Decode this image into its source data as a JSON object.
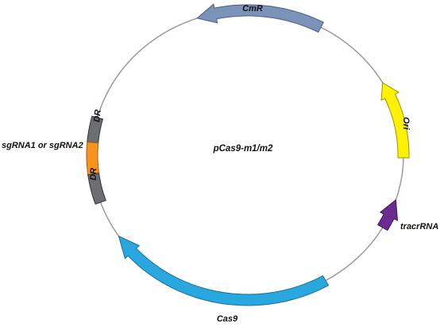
{
  "plasmid": {
    "name": "pCas9-m1/m2",
    "features": [
      {
        "id": "cmr",
        "label": "CmR",
        "color": "#7B93B8",
        "stroke": "#4a5f82"
      },
      {
        "id": "ori",
        "label": "Ori",
        "color": "#FFF200",
        "stroke": "#9a9400"
      },
      {
        "id": "tracr",
        "label": "tracrRNA",
        "color": "#6A2C91",
        "stroke": "#3f1757"
      },
      {
        "id": "cas9",
        "label": "Cas9",
        "color": "#29A8E0",
        "stroke": "#1a6e94"
      },
      {
        "id": "dr-top",
        "label": "DR",
        "color": "#6D6E71",
        "stroke": "#333333"
      },
      {
        "id": "spacer",
        "label": "sgRNA1 or sgRNA2",
        "color": "#F7941D",
        "stroke": "#a85e0c"
      },
      {
        "id": "dr-bottom",
        "label": "DR",
        "color": "#6D6E71",
        "stroke": "#333333"
      }
    ]
  }
}
